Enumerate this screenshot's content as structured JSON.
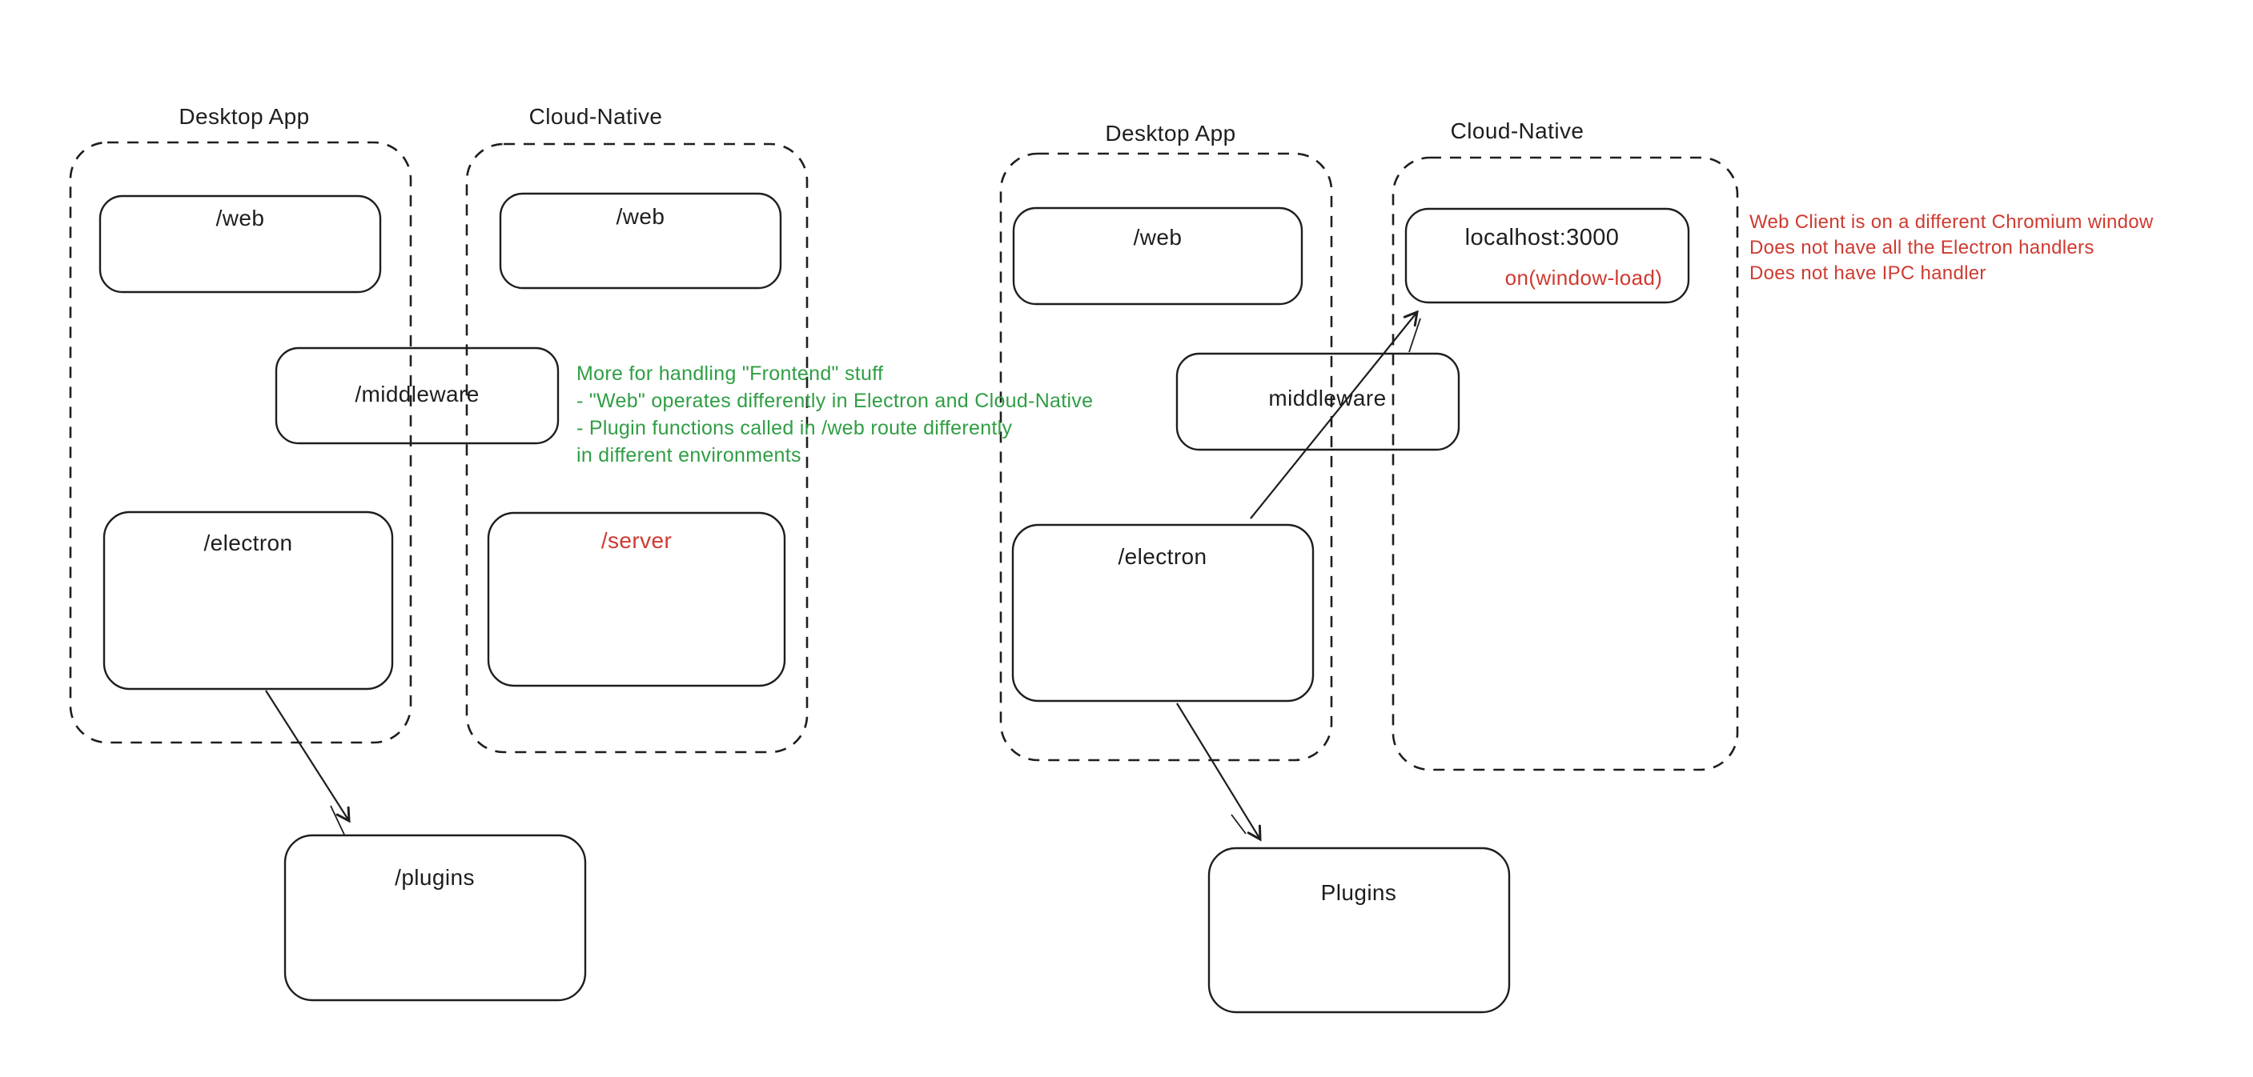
{
  "canvas": {
    "background": "#ffffff"
  },
  "colors": {
    "ink": "#1e1e1e",
    "green": "#2f9e44",
    "red": "#cf3a30"
  },
  "left_diagram": {
    "desktop_group_label": "Desktop App",
    "cloud_group_label": "Cloud-Native",
    "desktop_web_box": "/web",
    "cloud_web_box": "/web",
    "middleware_box": "/middleware",
    "electron_box": "/electron",
    "server_box": "/server",
    "plugins_box": "/plugins",
    "green_note": {
      "lines": [
        "More for handling \"Frontend\" stuff",
        "- \"Web\" operates differently in Electron and Cloud-Native",
        "- Plugin functions called in /web route differently",
        "in different environments"
      ]
    }
  },
  "right_diagram": {
    "desktop_group_label": "Desktop App",
    "cloud_group_label": "Cloud-Native",
    "desktop_web_box": "/web",
    "localhost_box_title": "localhost:3000",
    "localhost_box_event": "on(window-load)",
    "middleware_box": "middleware",
    "electron_box": "/electron",
    "plugins_box": "Plugins",
    "red_note": {
      "lines": [
        "Web Client is on a different Chromium window",
        "Does not have all the Electron handlers",
        "Does not have IPC handler"
      ]
    }
  }
}
